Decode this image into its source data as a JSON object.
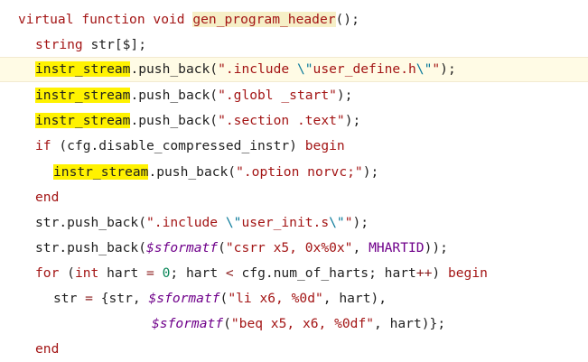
{
  "editor": {
    "lines": [
      {
        "indent": 1,
        "tokens": [
          {
            "t": "virtual",
            "c": "kw"
          },
          {
            "t": " ",
            "c": "plain"
          },
          {
            "t": "function",
            "c": "kw"
          },
          {
            "t": " ",
            "c": "plain"
          },
          {
            "t": "void",
            "c": "kw"
          },
          {
            "t": " ",
            "c": "plain"
          },
          {
            "t": "gen_program_header",
            "c": "kw",
            "hl": "soft"
          },
          {
            "t": "();",
            "c": "plain"
          }
        ]
      },
      {
        "indent": 2,
        "tokens": [
          {
            "t": "string",
            "c": "kw"
          },
          {
            "t": " str[$];",
            "c": "plain"
          }
        ]
      },
      {
        "indent": 2,
        "current": true,
        "tokens": [
          {
            "t": "instr_stream",
            "c": "plain",
            "hl": "yellow"
          },
          {
            "t": ".push_back(",
            "c": "plain"
          },
          {
            "t": "\".include ",
            "c": "str"
          },
          {
            "t": "\\\"",
            "c": "esc"
          },
          {
            "t": "user_define.h",
            "c": "str"
          },
          {
            "t": "\\\"",
            "c": "esc"
          },
          {
            "t": "\"",
            "c": "str"
          },
          {
            "t": ");",
            "c": "plain"
          }
        ]
      },
      {
        "indent": 2,
        "tokens": [
          {
            "t": "instr_stream",
            "c": "plain",
            "hl": "yellow"
          },
          {
            "t": ".push_back(",
            "c": "plain"
          },
          {
            "t": "\".globl _start\"",
            "c": "str"
          },
          {
            "t": ");",
            "c": "plain"
          }
        ]
      },
      {
        "indent": 2,
        "tokens": [
          {
            "t": "instr_stream",
            "c": "plain",
            "hl": "yellow"
          },
          {
            "t": ".push_back(",
            "c": "plain"
          },
          {
            "t": "\".section .text\"",
            "c": "str"
          },
          {
            "t": ");",
            "c": "plain"
          }
        ]
      },
      {
        "indent": 2,
        "tokens": [
          {
            "t": "if",
            "c": "kw"
          },
          {
            "t": " (cfg.disable_compressed_instr) ",
            "c": "plain"
          },
          {
            "t": "begin",
            "c": "kw"
          }
        ]
      },
      {
        "indent": 3,
        "tokens": [
          {
            "t": "instr_stream",
            "c": "plain",
            "hl": "yellow"
          },
          {
            "t": ".push_back(",
            "c": "plain"
          },
          {
            "t": "\".option norvc;\"",
            "c": "str"
          },
          {
            "t": ");",
            "c": "plain"
          }
        ]
      },
      {
        "indent": 2,
        "tokens": [
          {
            "t": "end",
            "c": "kw"
          }
        ]
      },
      {
        "indent": 2,
        "tokens": [
          {
            "t": "str.push_back(",
            "c": "plain"
          },
          {
            "t": "\".include ",
            "c": "str"
          },
          {
            "t": "\\\"",
            "c": "esc"
          },
          {
            "t": "user_init.s",
            "c": "str"
          },
          {
            "t": "\\\"",
            "c": "esc"
          },
          {
            "t": "\"",
            "c": "str"
          },
          {
            "t": ");",
            "c": "plain"
          }
        ]
      },
      {
        "indent": 2,
        "tokens": [
          {
            "t": "str.push_back(",
            "c": "plain"
          },
          {
            "t": "$sformatf",
            "c": "sys"
          },
          {
            "t": "(",
            "c": "plain"
          },
          {
            "t": "\"csrr x5, 0x%0x\"",
            "c": "str"
          },
          {
            "t": ", ",
            "c": "plain"
          },
          {
            "t": "MHARTID",
            "c": "macro"
          },
          {
            "t": "));",
            "c": "plain"
          }
        ]
      },
      {
        "indent": 2,
        "tokens": [
          {
            "t": "for",
            "c": "kw"
          },
          {
            "t": " (",
            "c": "plain"
          },
          {
            "t": "int",
            "c": "kw"
          },
          {
            "t": " hart ",
            "c": "plain"
          },
          {
            "t": "=",
            "c": "op"
          },
          {
            "t": " ",
            "c": "plain"
          },
          {
            "t": "0",
            "c": "num"
          },
          {
            "t": "; hart ",
            "c": "plain"
          },
          {
            "t": "<",
            "c": "op"
          },
          {
            "t": " cfg.num_of_harts; hart",
            "c": "plain"
          },
          {
            "t": "++",
            "c": "op"
          },
          {
            "t": ") ",
            "c": "plain"
          },
          {
            "t": "begin",
            "c": "kw"
          }
        ]
      },
      {
        "indent": 3,
        "tokens": [
          {
            "t": "str ",
            "c": "plain"
          },
          {
            "t": "=",
            "c": "op"
          },
          {
            "t": " {str, ",
            "c": "plain"
          },
          {
            "t": "$sformatf",
            "c": "sys"
          },
          {
            "t": "(",
            "c": "plain"
          },
          {
            "t": "\"li x6, %0d\"",
            "c": "str"
          },
          {
            "t": ", hart),",
            "c": "plain"
          }
        ]
      },
      {
        "indent": 4,
        "tokens": [
          {
            "t": "$sformatf",
            "c": "sys"
          },
          {
            "t": "(",
            "c": "plain"
          },
          {
            "t": "\"beq x5, x6, %0df\"",
            "c": "str"
          },
          {
            "t": ", hart)};",
            "c": "plain"
          }
        ]
      },
      {
        "indent": 2,
        "tokens": [
          {
            "t": "end",
            "c": "kw"
          }
        ]
      }
    ]
  }
}
